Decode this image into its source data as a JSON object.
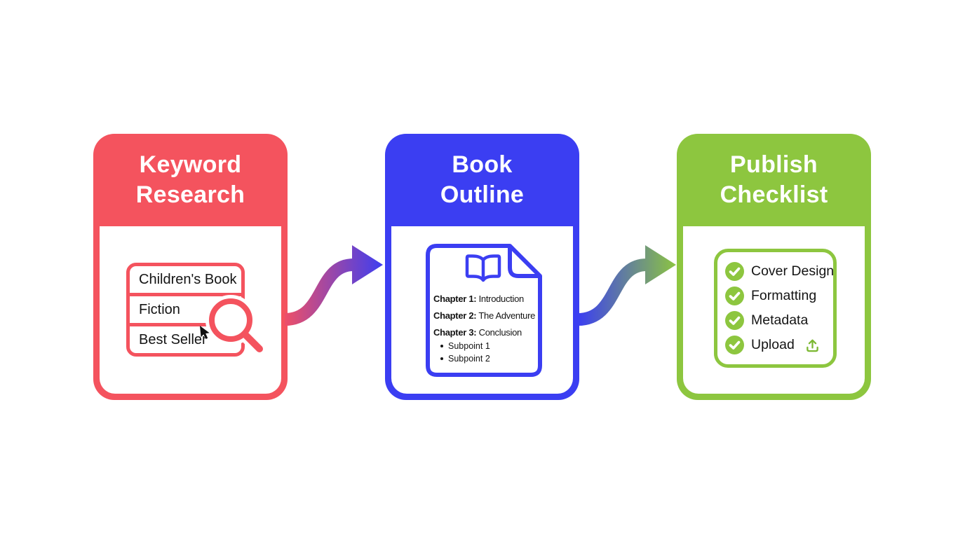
{
  "page": {
    "background_color": "#ffffff",
    "type": "process-infographic"
  },
  "cards": [
    {
      "title_line1": "Keyword",
      "title_line2": "Research",
      "accent_color": "#F4535E",
      "search_box": {
        "terms": [
          "Children's Book",
          "Fiction",
          "Best Seller"
        ],
        "icons": [
          "magnifier-icon",
          "cursor-icon"
        ]
      }
    },
    {
      "title_line1": "Book",
      "title_line2": "Outline",
      "accent_color": "#3B3EF2",
      "document": {
        "icon": "open-book-icon",
        "chapters": [
          {
            "label": "Chapter 1:",
            "title": "Introduction"
          },
          {
            "label": "Chapter 2:",
            "title": "The Adventure"
          },
          {
            "label": "Chapter 3:",
            "title": "Conclusion"
          }
        ],
        "subpoints": [
          "Subpoint 1",
          "Subpoint 2"
        ]
      }
    },
    {
      "title_line1": "Publish",
      "title_line2": "Checklist",
      "accent_color": "#8DC63F",
      "checklist": [
        {
          "label": "Cover Design",
          "checked": true
        },
        {
          "label": "Formatting",
          "checked": true
        },
        {
          "label": "Metadata",
          "checked": true
        },
        {
          "label": "Upload",
          "checked": true,
          "trailing_icon": "upload-icon"
        }
      ]
    }
  ],
  "arrows": [
    {
      "from_color": "#EE4F68",
      "to_color": "#3B3EF2"
    },
    {
      "from_color": "#3B3EF2",
      "to_color": "#8DC63F"
    }
  ]
}
